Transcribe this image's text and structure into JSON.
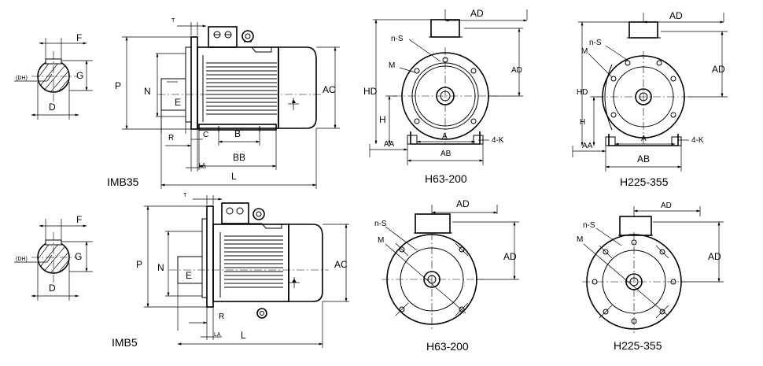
{
  "views": {
    "imb35": {
      "caption": "IMB35",
      "shaft": {
        "F": "F",
        "G": "G",
        "D": "D",
        "DH": "(DH)"
      },
      "side": {
        "T": "T",
        "P": "P",
        "N": "N",
        "E": "E",
        "AC": "AC",
        "R": "R",
        "C": "C",
        "B": "B",
        "BB": "BB",
        "LA": "LA",
        "L": "L"
      }
    },
    "imb5": {
      "caption": "IMB5",
      "shaft": {
        "F": "F",
        "G": "G",
        "D": "D",
        "DH": "(DH)"
      },
      "side": {
        "T": "T",
        "P": "P",
        "N": "N",
        "E": "E",
        "AC": "AC",
        "R": "R",
        "LA": "LA",
        "L": "L"
      }
    },
    "front_h63_200_foot": {
      "caption": "H63-200",
      "labels": {
        "AD_top": "AD",
        "AD_side": "AD",
        "nS": "n-S",
        "M": "M",
        "HD": "HD",
        "H": "H",
        "A": "A",
        "AA": "AA",
        "AB": "AB",
        "K": "4-K"
      }
    },
    "front_h225_355_foot": {
      "caption": "H225-355",
      "labels": {
        "AD_top": "AD",
        "AD_side": "AD",
        "nS": "n-S",
        "M": "M",
        "HD": "HD",
        "H": "H",
        "A": "A",
        "AA": "AA",
        "AB": "AB",
        "K": "4-K"
      }
    },
    "front_h63_200_flange": {
      "caption": "H63-200",
      "labels": {
        "AD_top": "AD",
        "AD_side": "AD",
        "nS": "n-S",
        "M": "M"
      }
    },
    "front_h225_355_flange": {
      "caption": "H225-355",
      "labels": {
        "AD_top": "AD",
        "AD_side": "AD",
        "nS": "n-S",
        "M": "M"
      }
    }
  }
}
